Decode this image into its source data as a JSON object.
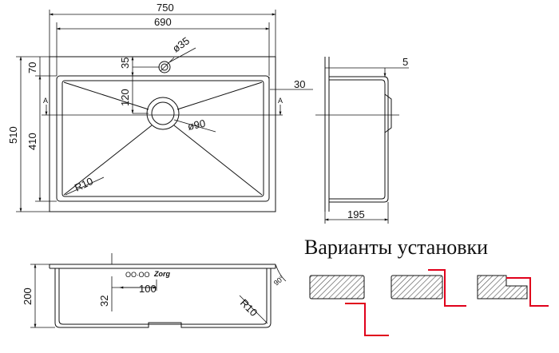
{
  "drawing": {
    "top_view": {
      "dim_overall_width": "750",
      "dim_inner_width": "690",
      "dim_faucet_hole": "ø35",
      "dim_faucet_offset": "35",
      "dim_rim_top": "70",
      "dim_drain_offset": "120",
      "dim_overall_height": "510",
      "dim_inner_height": "410",
      "dim_drain": "ø90",
      "dim_corner_radius": "R10",
      "section_mark_left": "A",
      "section_mark_right": "A"
    },
    "side_view": {
      "dim_rim": "5",
      "dim_flange": "30",
      "dim_depth_side": "195"
    },
    "front_view": {
      "dim_depth": "200",
      "dim_overflow_height": "32",
      "dim_overflow_spacing": "100",
      "dim_corner_radius": "R10",
      "dim_angle": "90°",
      "brand_mark": "Zorg",
      "overflow_glyph": "OO∙OO"
    },
    "install": {
      "heading": "Варианты установки"
    }
  },
  "colors": {
    "line": "#111111",
    "countertop_hatch": "#555555",
    "install_line": "#e0001b"
  }
}
